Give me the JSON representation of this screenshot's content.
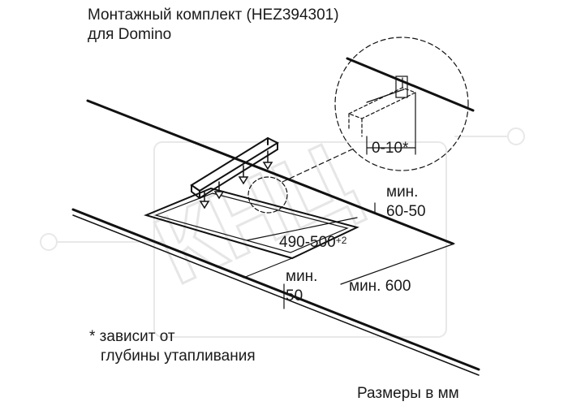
{
  "title_line1": "Монтажный комплект (HEZ394301)",
  "title_line2": "для Domino",
  "detail_dimension": "0-10*",
  "dim_depth_label": "мин.",
  "dim_depth_value": "60-50",
  "cutout_width": "490-500",
  "cutout_tolerance": "+2",
  "dim_gap_label": "мин.",
  "dim_gap_value": "50",
  "dim_front_label": "мин.",
  "dim_front_value": "600",
  "footnote_line1": "* зависит от",
  "footnote_line2": "глубины утапливания",
  "units_note": "Размеры в мм",
  "watermark_text": "КНЦ",
  "colors": {
    "line": "#111111",
    "watermark": "#ededed"
  }
}
